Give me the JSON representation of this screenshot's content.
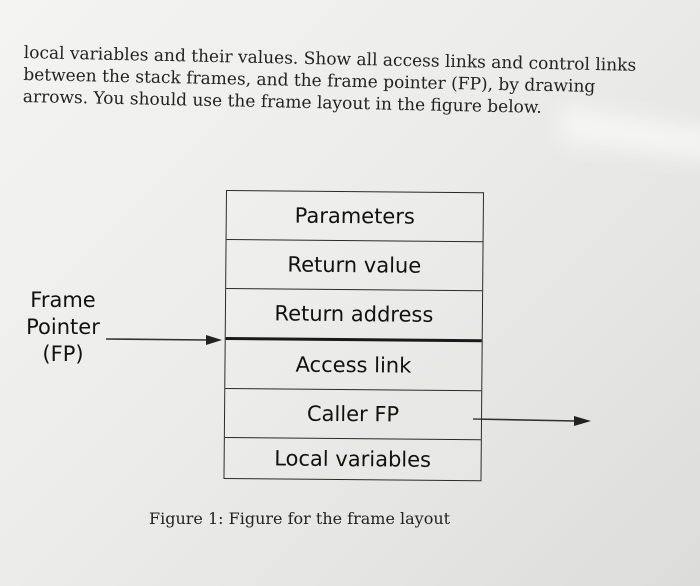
{
  "paragraph": {
    "lines": [
      "local variables and their values. Show all access links and control links",
      "between the stack frames, and the frame pointer (FP), by drawing",
      "arrows. You should use the frame layout in the figure below."
    ]
  },
  "figure": {
    "rows": [
      "Parameters",
      "Return value",
      "Return address",
      "Access link",
      "Caller FP",
      "Local variables"
    ],
    "fp_label": [
      "Frame",
      "Pointer",
      "(FP)"
    ],
    "caption": "Figure 1: Figure for the frame layout"
  }
}
